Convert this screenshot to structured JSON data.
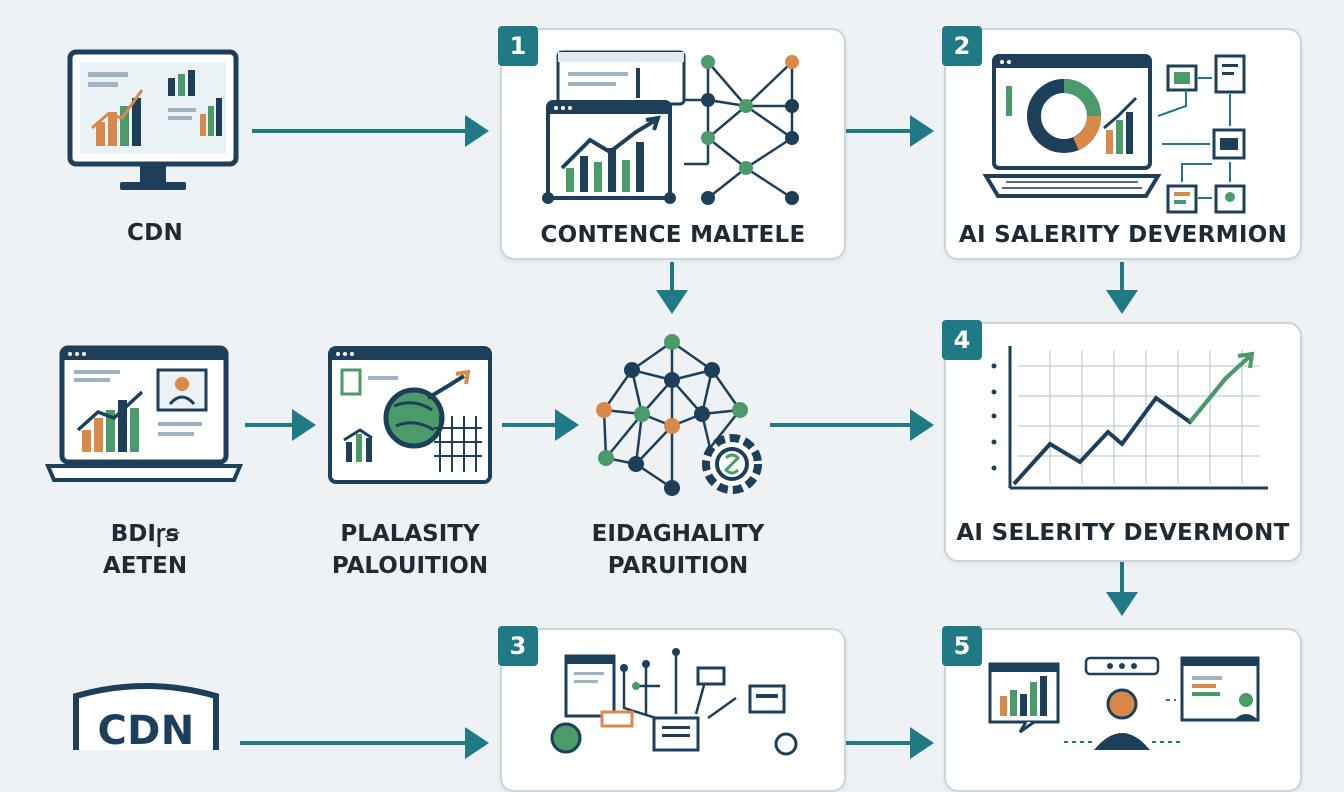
{
  "nodes": {
    "cdn_top": {
      "label": "CDN"
    },
    "step1": {
      "badge": "1",
      "label": "CONTENCE MALTELE"
    },
    "step2": {
      "badge": "2",
      "label": "AI SALERITY DEVERMION"
    },
    "bdirs": {
      "line1": "BDIꞅꞩ",
      "line2": "AETEN"
    },
    "plalasity": {
      "line1": "PLALASITY",
      "line2": "PALOUITION"
    },
    "eidaghality": {
      "line1": "EIDAGHALITY",
      "line2": "PARUITION"
    },
    "step4": {
      "badge": "4",
      "label": "AI SELERITY DEVERMONT"
    },
    "step3": {
      "badge": "3"
    },
    "step5": {
      "badge": "5"
    },
    "cdn_shield": {
      "label": "CDN"
    }
  },
  "colors": {
    "teal": "#1f7a85",
    "navy": "#1e3f5a",
    "green": "#4a9a6a",
    "orange": "#d98a4a",
    "border": "#c9d6de"
  }
}
